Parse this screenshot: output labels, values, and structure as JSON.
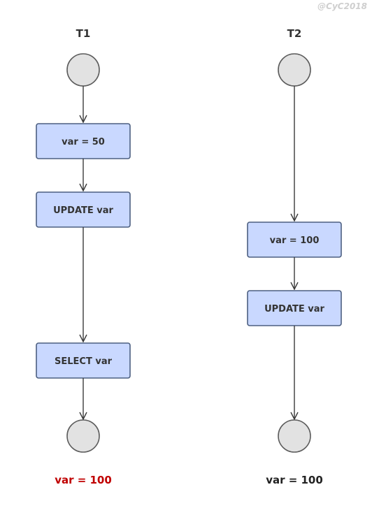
{
  "watermark": "@CyC2018",
  "colors": {
    "box_fill": "#c9d8ff",
    "box_stroke": "#4c5f80",
    "terminal_fill": "#e2e2e2",
    "line": "#3a3a3a",
    "highlight_result": "#c00000",
    "normal_result": "#222222"
  },
  "lanes": [
    {
      "title": "T1",
      "steps": [
        "var = 50",
        "UPDATE var",
        "SELECT var"
      ],
      "result": "var = 100",
      "result_highlight": true
    },
    {
      "title": "T2",
      "steps": [
        "var = 100",
        "UPDATE var"
      ],
      "result": "var = 100",
      "result_highlight": false
    }
  ]
}
